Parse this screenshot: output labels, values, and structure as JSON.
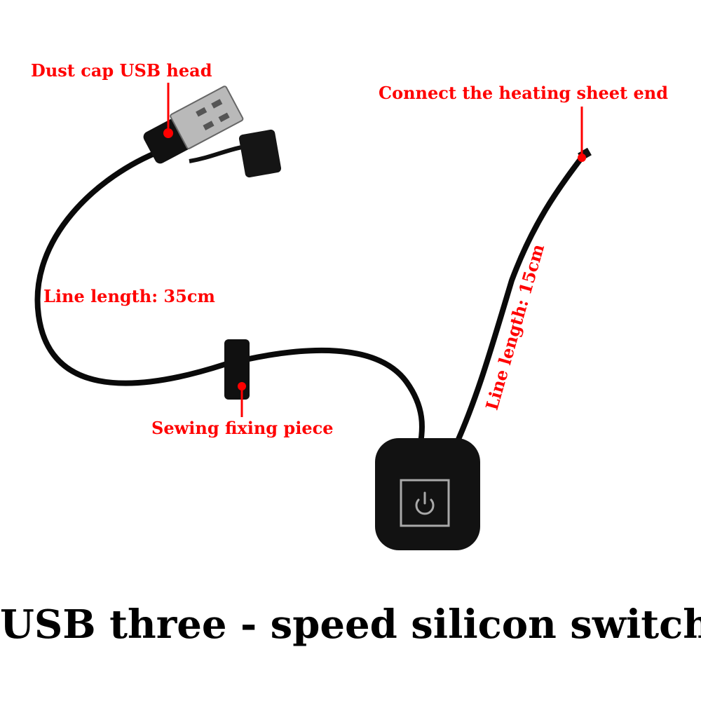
{
  "labels": {
    "usb_head": "Dust cap USB head",
    "heating_end": "Connect the heating sheet end",
    "line_35": "Line length: 35cm",
    "line_15": "Line length: 15cm",
    "sewing_piece": "Sewing fixing piece"
  },
  "caption": "USB three - speed silicon switch",
  "colors": {
    "label_red": "#ff0000",
    "cable_black": "#0a0a0a",
    "background": "#ffffff"
  },
  "icons": {
    "power": "power-icon"
  }
}
